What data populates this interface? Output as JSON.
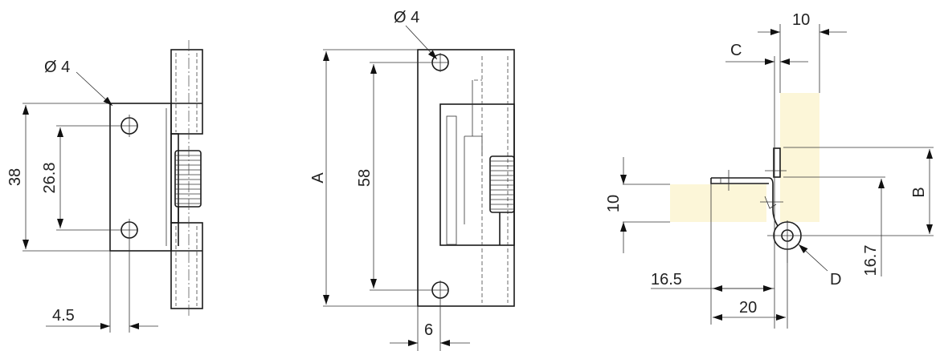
{
  "colors": {
    "wood": "#fcf6d8",
    "line": "#1a1a1a"
  },
  "front_view": {
    "hole_dia": "Ø 4",
    "height": "38",
    "hole_spacing": "26.8",
    "hole_offset": "4.5"
  },
  "open_view": {
    "hole_dia": "Ø 4",
    "height": "A",
    "hole_spacing": "58",
    "hole_offset": "6"
  },
  "side_view": {
    "width_top": "10",
    "gap": "C",
    "thickness": "10",
    "dim_b": "B",
    "dim_16_7": "16.7",
    "pin_label": "D",
    "dim_16_5": "16.5",
    "dim_20": "20"
  }
}
